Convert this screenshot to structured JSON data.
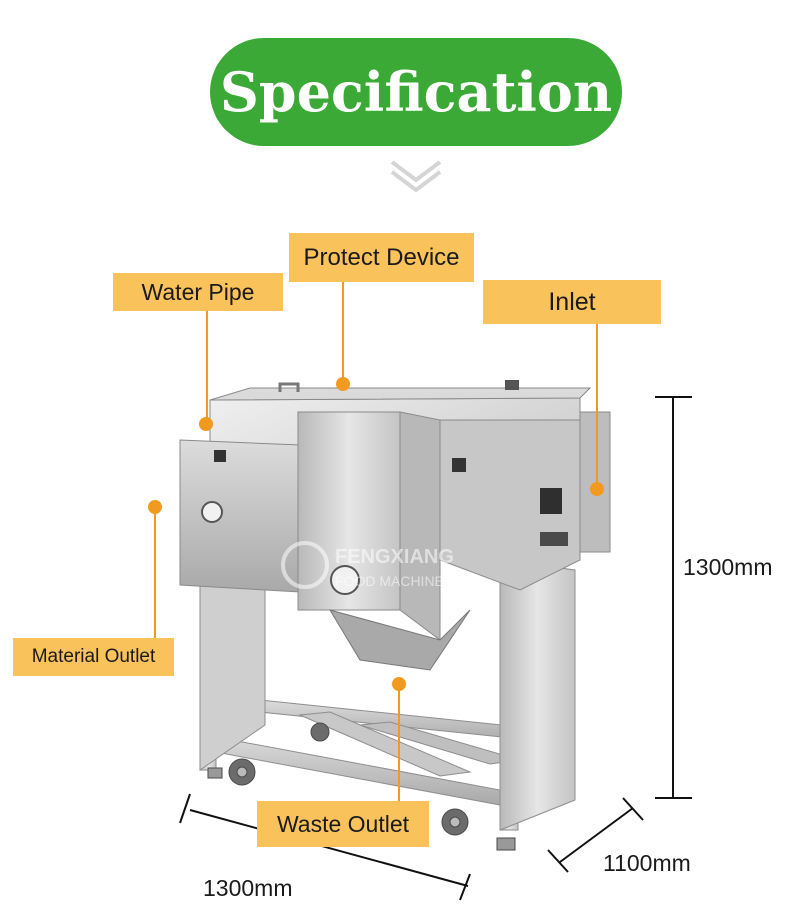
{
  "header": {
    "title": "Specification"
  },
  "callouts": {
    "protect_device": "Protect Device",
    "water_pipe": "Water  Pipe",
    "inlet": "Inlet",
    "material_outlet": "Material Outlet",
    "waste_outlet": "Waste Outlet"
  },
  "dimensions": {
    "height": "1300mm",
    "depth": "1100mm",
    "width": "1300mm"
  },
  "watermark": {
    "brand": "FENGXIANG",
    "tagline": "FOOD MACHINERY"
  },
  "colors": {
    "header_green": "#3aa935",
    "callout_fill": "#f9c25b",
    "leader_orange": "#f29a1f",
    "steel": "#c9c9c9"
  }
}
